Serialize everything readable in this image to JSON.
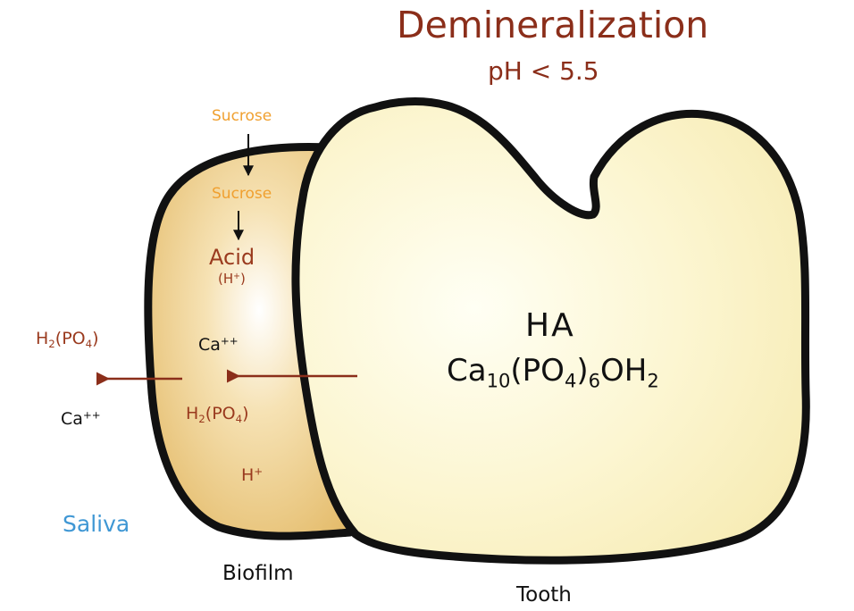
{
  "title": "Demineralization",
  "subtitle": "pH < 5.5",
  "colors": {
    "title": "#8b2e1a",
    "sucrose": "#f0a030",
    "acid": "#9a3a1e",
    "saliva": "#3f97d4",
    "arrow_red": "#8b2e1a",
    "outline": "#111111",
    "biofilm_fill": "#e6bf6b",
    "tooth_fill": "#fbf4c4"
  },
  "biofilm": {
    "sucrose_top": "Sucrose",
    "sucrose_mid": "Sucrose",
    "acid": "Acid",
    "acid_h": {
      "base": "(H",
      "sup": "+",
      "tail": ")"
    },
    "ca": {
      "base": "Ca",
      "sup": "++"
    },
    "h2po4": {
      "a": "H",
      "s1": "2",
      "b": "(PO",
      "s2": "4",
      "c": ")"
    },
    "h_plus": {
      "base": "H",
      "sup": "+"
    },
    "label": "Biofilm"
  },
  "saliva": {
    "h2po4": {
      "a": "H",
      "s1": "2",
      "b": "(PO",
      "s2": "4",
      "c": ")"
    },
    "ca": {
      "base": "Ca",
      "sup": "++"
    },
    "label": "Saliva"
  },
  "tooth": {
    "ha": "HA",
    "formula": {
      "a": "Ca",
      "s1": "10",
      "b": "(PO",
      "s2": "4",
      "c": ")",
      "s3": "6",
      "d": "OH",
      "s4": "2"
    },
    "label": "Tooth"
  }
}
